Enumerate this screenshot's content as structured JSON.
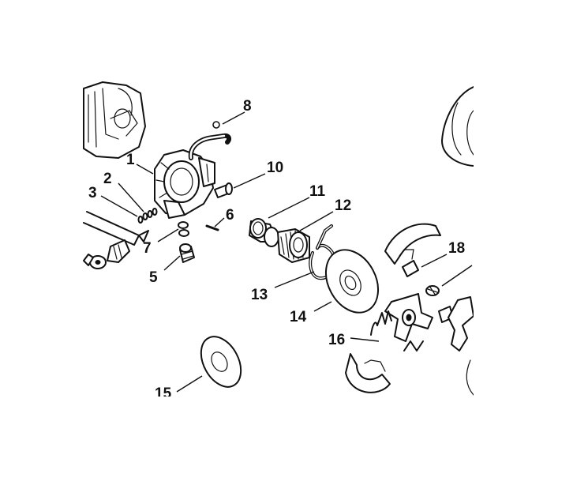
{
  "diagram": {
    "callouts": {
      "c1": "1",
      "c2": "2",
      "c3": "3",
      "c5": "5",
      "c6": "6",
      "c7": "7",
      "c8": "8",
      "c10": "10",
      "c11": "11",
      "c12": "12",
      "c13": "13",
      "c14": "14",
      "c15": "15",
      "c16": "16",
      "c18": "18"
    }
  }
}
